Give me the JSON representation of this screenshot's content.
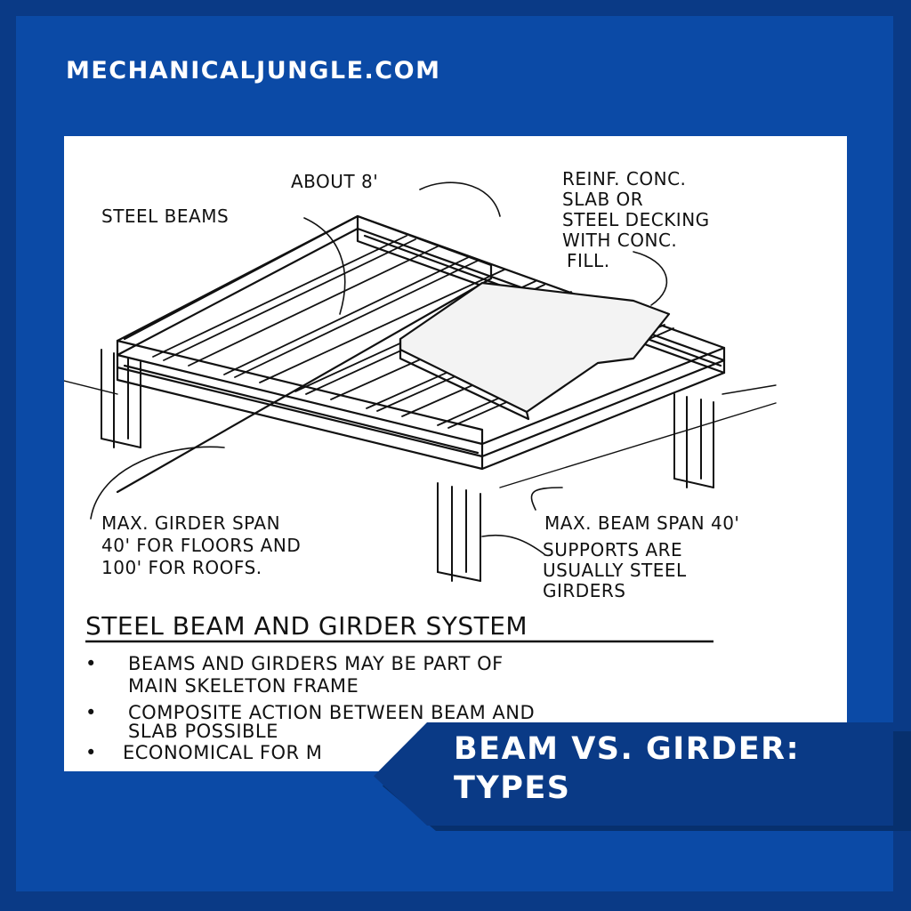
{
  "site_name": "MECHANICALJUNGLE.COM",
  "banner": {
    "line1": "BEAM VS. GIRDER:",
    "line2": "TYPES"
  },
  "diagram": {
    "labels": {
      "about": "ABOUT 8'",
      "steel_beams": "STEEL BEAMS",
      "slab_1": "REINF. CONC.",
      "slab_2": "SLAB OR",
      "slab_3": "STEEL DECKING",
      "slab_4": "WITH CONC.",
      "slab_5": "FILL.",
      "girder_span_1": "MAX. GIRDER SPAN",
      "girder_span_2": "40' FOR FLOORS AND",
      "girder_span_3": "100' FOR ROOFS.",
      "beam_span": "MAX. BEAM SPAN 40'",
      "supports_1": "SUPPORTS ARE",
      "supports_2": "USUALLY STEEL",
      "supports_3": "GIRDERS"
    },
    "title": "STEEL BEAM AND GIRDER SYSTEM",
    "bullets": [
      {
        "line1": "BEAMS AND GIRDERS MAY BE PART OF",
        "line2": "MAIN SKELETON FRAME"
      },
      {
        "line1": "COMPOSITE ACTION BETWEEN BEAM AND",
        "line2": "SLAB POSSIBLE"
      },
      {
        "line1": "ECONOMICAL FOR M",
        "line2": ""
      }
    ]
  }
}
